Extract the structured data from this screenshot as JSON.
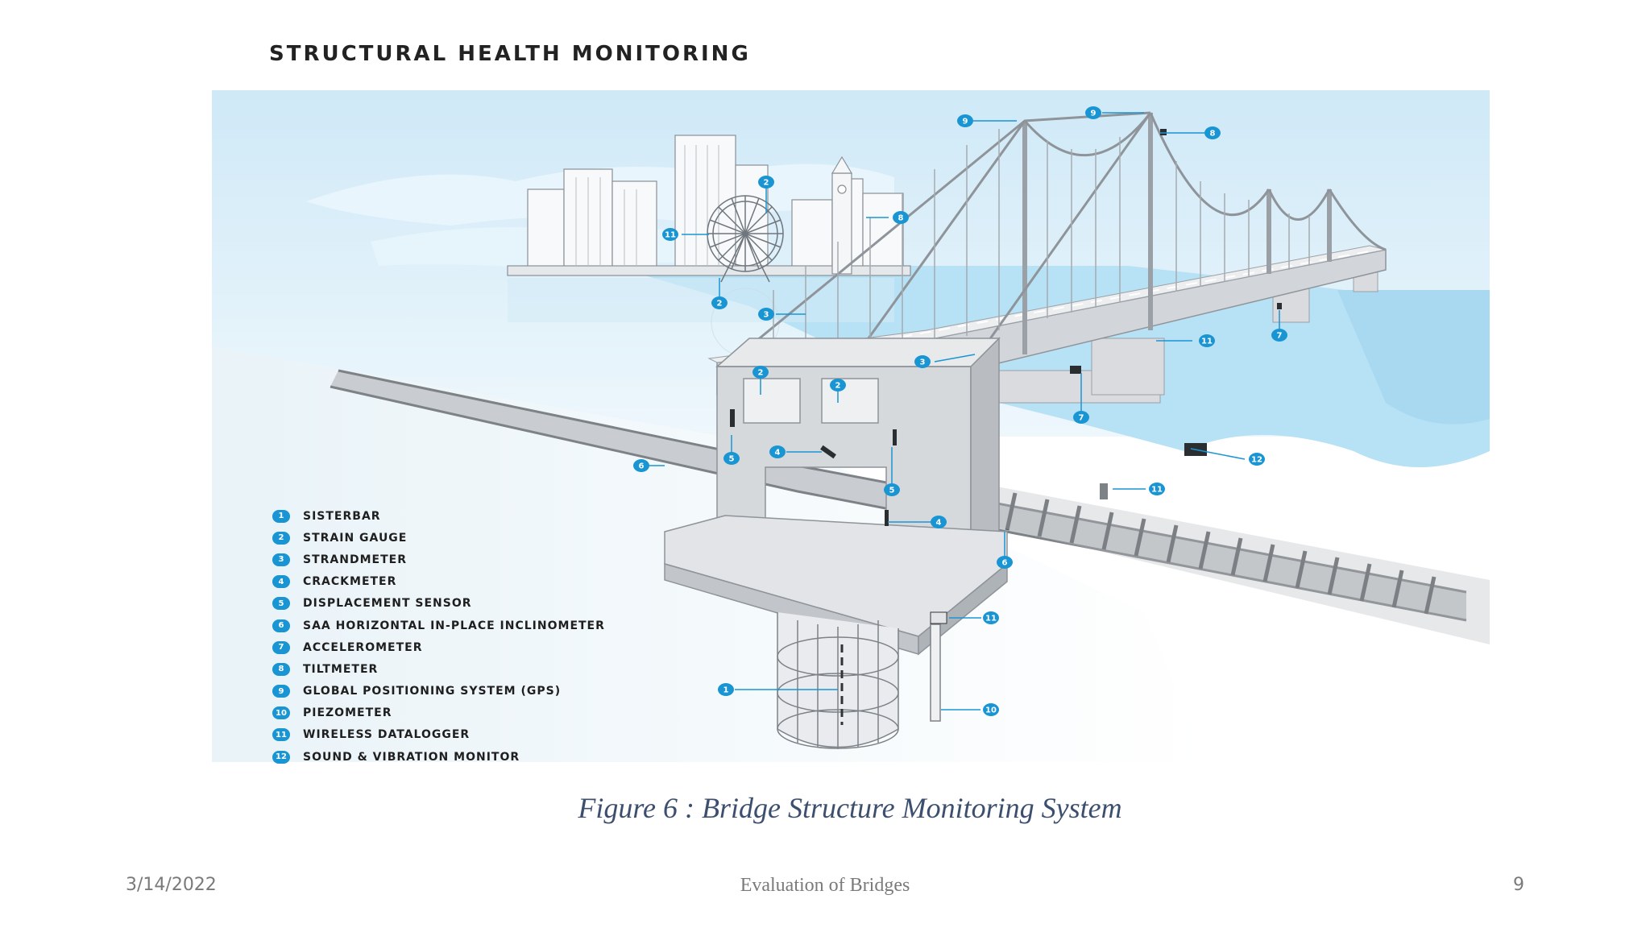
{
  "slide": {
    "title": "STRUCTURAL HEALTH MONITORING",
    "caption": "Figure 6 : Bridge Structure Monitoring System",
    "footer": {
      "date": "3/14/2022",
      "title": "Evaluation of  Bridges",
      "page": "9"
    }
  },
  "legend": [
    {
      "num": "1",
      "label": "SISTERBAR"
    },
    {
      "num": "2",
      "label": "STRAIN GAUGE"
    },
    {
      "num": "3",
      "label": "STRANDMETER"
    },
    {
      "num": "4",
      "label": "CRACKMETER"
    },
    {
      "num": "5",
      "label": "DISPLACEMENT SENSOR"
    },
    {
      "num": "6",
      "label": "SAA HORIZONTAL IN-PLACE INCLINOMETER"
    },
    {
      "num": "7",
      "label": "ACCELEROMETER"
    },
    {
      "num": "8",
      "label": "TILTMETER"
    },
    {
      "num": "9",
      "label": "GLOBAL POSITIONING SYSTEM (GPS)"
    },
    {
      "num": "10",
      "label": "PIEZOMETER"
    },
    {
      "num": "11",
      "label": "WIRELESS DATALOGGER"
    },
    {
      "num": "12",
      "label": "SOUND & VIBRATION MONITOR"
    }
  ],
  "callouts": [
    "9",
    "9",
    "8",
    "2",
    "8",
    "11",
    "2",
    "3",
    "2",
    "2",
    "3",
    "11",
    "7",
    "7",
    "5",
    "4",
    "5",
    "6",
    "4",
    "6",
    "11",
    "12",
    "11",
    "1",
    "10"
  ],
  "colors": {
    "accent": "#1a95d3",
    "sky": "#bfe3f5",
    "water": "#aedcf2",
    "structure": "#d9dbde",
    "caption": "#3d4f6f",
    "footer": "#7a7a7a"
  }
}
